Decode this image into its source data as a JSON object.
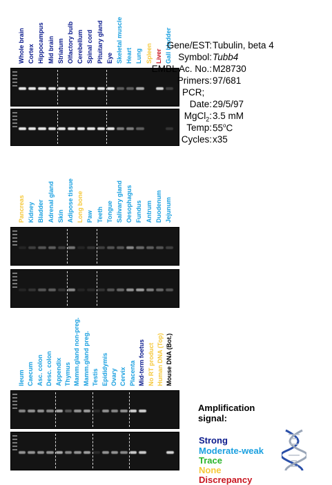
{
  "colors": {
    "strong": "#0a1a8c",
    "moderate_weak": "#1aa0e0",
    "trace": "#2ab52a",
    "none": "#f5c83a",
    "discrepancy": "#c8141e"
  },
  "panels": [
    {
      "labels": [
        {
          "text": "Whole brain",
          "level": "strong"
        },
        {
          "text": "Cortex",
          "level": "strong"
        },
        {
          "text": "Hippocampus",
          "level": "strong"
        },
        {
          "text": "Mid brain",
          "level": "strong"
        },
        {
          "text": "Striatum",
          "level": "strong"
        },
        {
          "text": "Olfactory bulb",
          "level": "strong"
        },
        {
          "text": "Cerebellum",
          "level": "strong"
        },
        {
          "text": "Spinal cord",
          "level": "strong"
        },
        {
          "text": "Pituitary gland",
          "level": "strong"
        },
        {
          "text": "Eye",
          "level": "strong"
        },
        {
          "text": "Skeletal muscle",
          "level": "moderate_weak"
        },
        {
          "text": "Heart",
          "level": "moderate_weak"
        },
        {
          "text": "Lung",
          "level": "moderate_weak"
        },
        {
          "text": "Spleen",
          "level": "none"
        },
        {
          "text": "Liver",
          "level": "discrepancy"
        },
        {
          "text": "Gall bladder",
          "level": "moderate_weak"
        }
      ],
      "top_gel": [
        1,
        1,
        1,
        1,
        1,
        1,
        1,
        1,
        1,
        1,
        0.35,
        0.35,
        0.7,
        0,
        0.9,
        0.2
      ],
      "bottom_gel": [
        1,
        1,
        1,
        1,
        1,
        1,
        1,
        1,
        1,
        1,
        0.5,
        0.5,
        0.35,
        0,
        0,
        0.15
      ]
    },
    {
      "labels": [
        {
          "text": "Pancreas",
          "level": "none"
        },
        {
          "text": "Kidney",
          "level": "moderate_weak"
        },
        {
          "text": "Bladder",
          "level": "moderate_weak"
        },
        {
          "text": "Adrenal gland",
          "level": "moderate_weak"
        },
        {
          "text": "Skin",
          "level": "moderate_weak"
        },
        {
          "text": "Adipose tissue",
          "level": "moderate_weak"
        },
        {
          "text": "Long bone",
          "level": "none"
        },
        {
          "text": "Paw",
          "level": "moderate_weak"
        },
        {
          "text": "Teeth",
          "level": "moderate_weak"
        },
        {
          "text": "Tongue",
          "level": "moderate_weak"
        },
        {
          "text": "Salivary gland",
          "level": "moderate_weak"
        },
        {
          "text": "Oesophagus",
          "level": "moderate_weak"
        },
        {
          "text": "Fundus",
          "level": "moderate_weak"
        },
        {
          "text": "Antrum",
          "level": "moderate_weak"
        },
        {
          "text": "Duodenum",
          "level": "moderate_weak"
        },
        {
          "text": "Jejunum",
          "level": "moderate_weak"
        }
      ],
      "top_gel": [
        0.05,
        0.2,
        0.3,
        0.35,
        0.2,
        0.45,
        0.05,
        0.15,
        0.2,
        0.3,
        0.3,
        0.55,
        0.4,
        0.35,
        0.3,
        0.2
      ],
      "bottom_gel": [
        0.05,
        0.15,
        0.3,
        0.35,
        0.15,
        0.55,
        0.05,
        0.1,
        0.15,
        0.3,
        0.4,
        0.6,
        0.65,
        0.5,
        0.4,
        0.3
      ]
    },
    {
      "labels": [
        {
          "text": "Ileum",
          "level": "moderate_weak"
        },
        {
          "text": "Caecum",
          "level": "moderate_weak"
        },
        {
          "text": "Asc. colon",
          "level": "moderate_weak"
        },
        {
          "text": "Desc. colon",
          "level": "moderate_weak"
        },
        {
          "text": "Appendix",
          "level": "moderate_weak"
        },
        {
          "text": "Thymus",
          "level": "moderate_weak"
        },
        {
          "text": "Mamm.gland non-preg.",
          "level": "moderate_weak"
        },
        {
          "text": "Mamm.gland preg.",
          "level": "moderate_weak"
        },
        {
          "text": "Testis",
          "level": "moderate_weak"
        },
        {
          "text": "Epididymis",
          "level": "moderate_weak"
        },
        {
          "text": "Ovary",
          "level": "moderate_weak"
        },
        {
          "text": "Cervix",
          "level": "moderate_weak"
        },
        {
          "text": "Placenta",
          "level": "moderate_weak"
        },
        {
          "text": "Mid-term foetus",
          "level": "strong"
        },
        {
          "text": "No RT product",
          "level": "none"
        },
        {
          "text": "Human DNA (Top)",
          "level": "none"
        },
        {
          "text": "Mouse DNA (Bot.)",
          "level": "black"
        }
      ],
      "top_gel": [
        0.55,
        0.6,
        0.6,
        0.55,
        0.7,
        0.3,
        0.6,
        0.65,
        0.1,
        0.6,
        0.55,
        0.6,
        0.9,
        0.9,
        0,
        0,
        0
      ],
      "bottom_gel": [
        0.6,
        0.6,
        0.6,
        0.6,
        0.7,
        0.55,
        0.6,
        0.65,
        0.1,
        0.6,
        0.6,
        0.55,
        0.85,
        0.85,
        0,
        0,
        0.9
      ]
    }
  ],
  "info": {
    "gene_key": "Gene/EST:",
    "gene_val": "Tubulin, beta 4",
    "symbol_key": "Symbol:",
    "symbol_val": "Tubb4",
    "embl_key": "EMBL Ac. No.:",
    "embl_val": "M28730",
    "primers_key": "Primers:",
    "primers_val": "97/681",
    "pcr_label": "PCR;",
    "date_key": "Date:",
    "date_val": "29/5/97",
    "mgcl_key": "MgCl",
    "mgcl_sub": "2",
    "mgcl_colon": ":",
    "mgcl_val": "3.5 mM",
    "temp_key": "Temp:",
    "temp_val": "55",
    "temp_sup": "o",
    "temp_unit": "C",
    "cycles_key": "Cycles:",
    "cycles_val": "x35"
  },
  "legend": {
    "title_line1": "Amplification",
    "title_line2": "signal:",
    "strong": "Strong",
    "moderate_weak": "Moderate-weak",
    "trace": "Trace",
    "none": "None",
    "discrepancy": "Discrepancy",
    "dna_icon": "dna-helix-icon"
  }
}
